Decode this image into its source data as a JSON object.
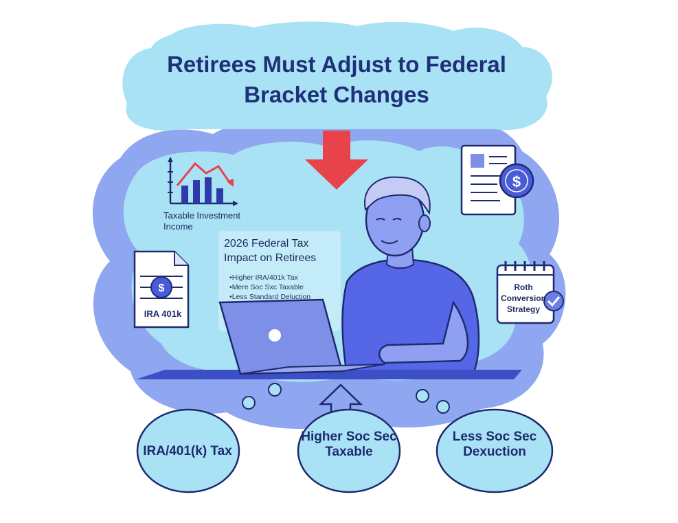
{
  "title": "Retirees Must Adjust to Federal Bracket Changes",
  "chart_label": "Taxable Investment Income",
  "info_panel": {
    "title": "2026 Federal Tax Impact on Retirees",
    "items": [
      "Higher IRA/401k Tax",
      "Mere Soc Sxc Taxable",
      "Less Standard Deluction"
    ]
  },
  "ira_card_label": "IRA 401k",
  "roth_card_label": "Roth Conversion Strategy",
  "bubbles": {
    "ira_tax": "IRA/401(k) Tax",
    "higher_soc_sec": "Higher Soc Sec Taxable",
    "less_soc_sec": "Less Soc Sec Dexuction"
  },
  "colors": {
    "cloud_light": "#a9e2f5",
    "cloud_blue": "#8fa6f0",
    "person_shirt": "#5566e6",
    "arrow_red": "#e8424a",
    "navy_text": "#1f2f78"
  },
  "icons": [
    "line-bar-chart-icon",
    "down-arrow-icon",
    "document-dollar-icon",
    "ira-document-icon",
    "calendar-check-icon",
    "laptop-icon",
    "up-arrow-icon"
  ]
}
